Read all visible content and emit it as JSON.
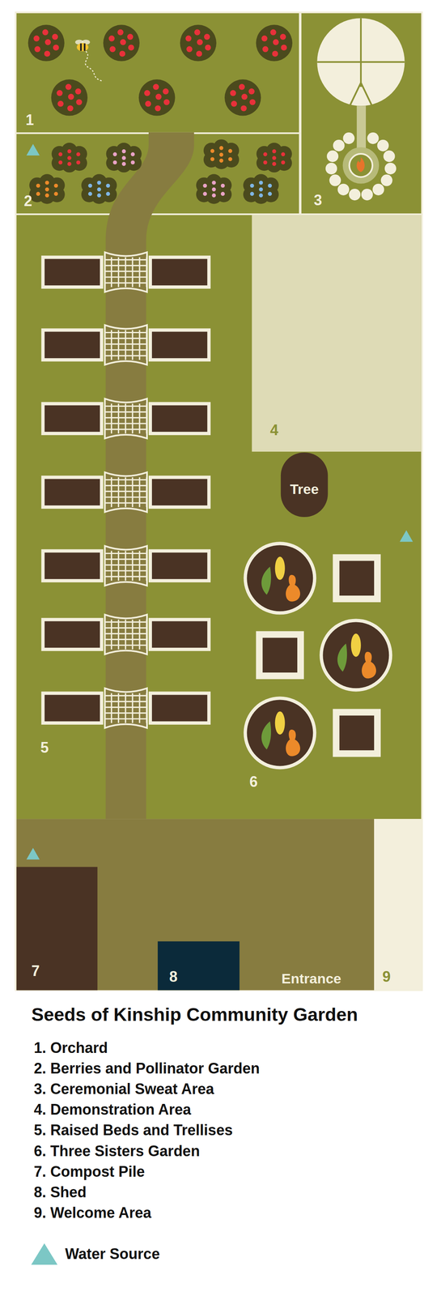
{
  "diagram": {
    "title": "Seeds of Kinship Community Garden",
    "nodes": [
      {
        "text": [
          "1"
        ]
      },
      {
        "text": [
          "2"
        ]
      },
      {
        "text": [
          "3"
        ]
      },
      {
        "text": [
          "4"
        ]
      },
      {
        "text": [
          "Tree"
        ]
      },
      {
        "text": [
          "5"
        ]
      },
      {
        "text": [
          "6"
        ]
      },
      {
        "text": [
          "7"
        ]
      },
      {
        "text": [
          "8"
        ]
      },
      {
        "text": [
          "9"
        ]
      }
    ],
    "edges": [],
    "labels": [
      "Entrance",
      "1. Orchard",
      "2. Berries and Pollinator Garden",
      "3. Ceremonial Sweat Area",
      "4. Demonstration Area",
      "5. Raised Beds and Trellises",
      "6. Three Sisters Garden",
      "7. Compost Pile",
      "8. Shed",
      "9. Welcome Area"
    ],
    "legend": [
      {
        "text": "Water Source"
      }
    ]
  }
}
